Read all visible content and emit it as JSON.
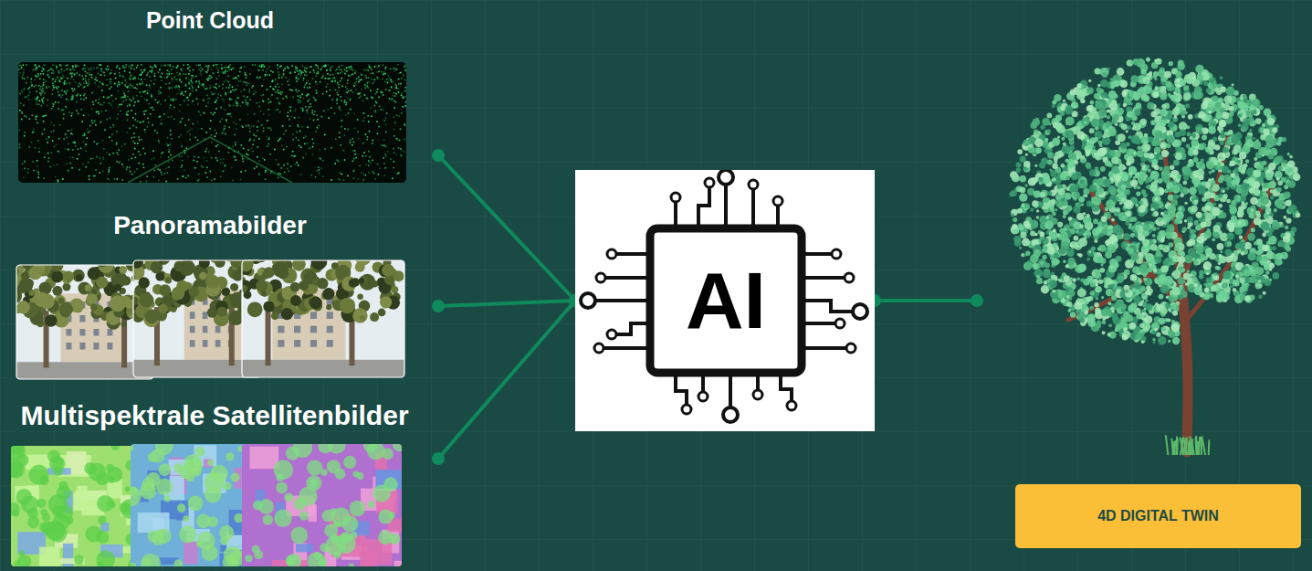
{
  "diagram": {
    "nodes": [
      {
        "text": [
          "Point Cloud"
        ]
      },
      {
        "text": [
          "Panoramabilder"
        ]
      },
      {
        "text": [
          "Multispektrale Satellitenbilder"
        ]
      },
      {
        "text": [
          "AI"
        ]
      },
      {
        "text": [
          "4D DIGITAL TWIN"
        ]
      }
    ],
    "edges": [
      {
        "from": 0,
        "to": 3,
        "arrow": "none"
      },
      {
        "from": 1,
        "to": 3,
        "arrow": "none"
      },
      {
        "from": 2,
        "to": 3,
        "arrow": "none"
      }
    ]
  }
}
